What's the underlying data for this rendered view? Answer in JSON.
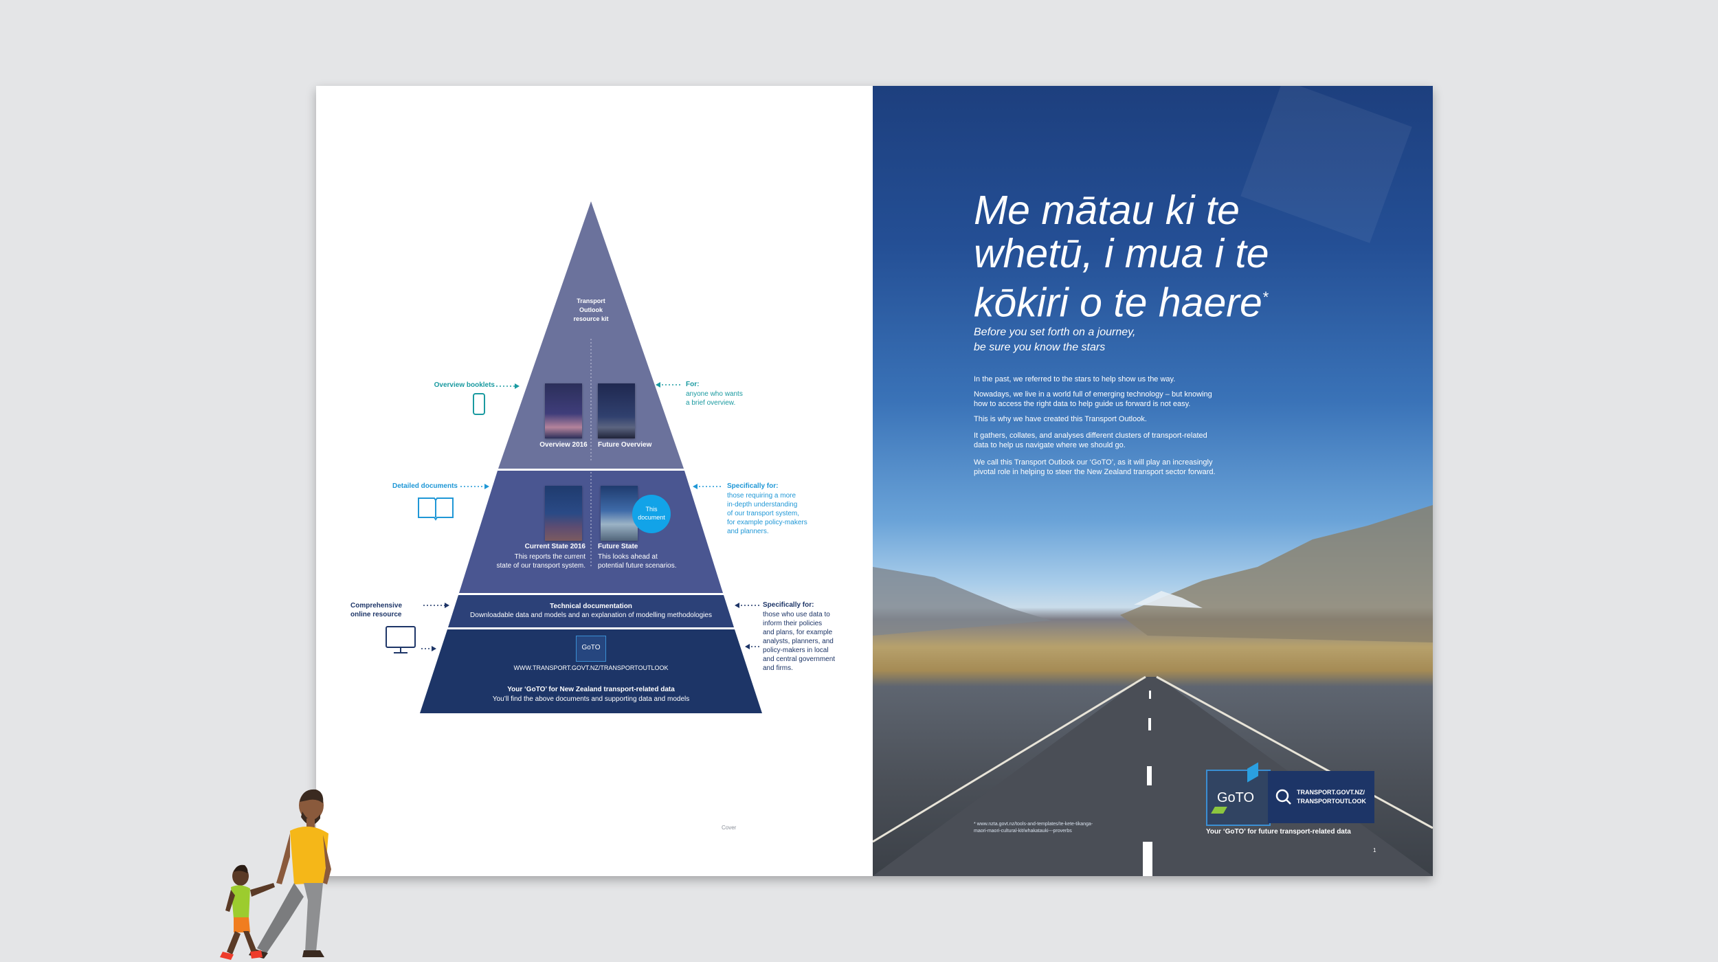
{
  "left_page": {
    "pyramid": {
      "apex_title": [
        "Transport",
        "Outlook",
        "resource kit"
      ],
      "tier1": {
        "left_item": "Overview 2016",
        "right_item": "Future Overview",
        "side_left_label": "Overview booklets",
        "side_right_label": "For:",
        "side_right_desc": [
          "anyone who wants",
          "a brief overview."
        ]
      },
      "tier2": {
        "left_item": "Current State 2016",
        "left_desc": [
          "This reports the current",
          "state of our transport system."
        ],
        "right_item": "Future State",
        "right_desc": [
          "This looks ahead at",
          "potential future scenarios."
        ],
        "badge": [
          "This",
          "document"
        ],
        "side_left_label": "Detailed documents",
        "side_right_label": "Specifically for:",
        "side_right_desc": [
          "those requiring a more",
          "in-depth understanding",
          "of our transport system,",
          "for example policy-makers",
          "and planners."
        ]
      },
      "tier3": {
        "title": "Technical documentation",
        "desc": "Downloadable data and models and an explanation of modelling methodologies",
        "side_left_label": [
          "Comprehensive",
          "online resource"
        ],
        "side_right_label": "Specifically for:",
        "side_right_desc": [
          "those who use data to",
          "inform their policies",
          "and plans, for example",
          "analysts, planners, and",
          "policy-makers in local",
          "and central government",
          "and firms."
        ]
      },
      "tier4": {
        "logo_text": "GoTO",
        "url": "WWW.TRANSPORT.GOVT.NZ/TRANSPORTOUTLOOK",
        "title": "Your ‘GoTO’ for New Zealand transport-related data",
        "desc": "You’ll find the above documents and supporting data and models"
      }
    },
    "page_footer": "Cover"
  },
  "right_page": {
    "headline": [
      "Me mātau ki te",
      "whetū, i mua i te",
      "kōkiri o te haere"
    ],
    "headline_mark": "*",
    "subhead": [
      "Before you set forth on a journey,",
      "be sure you know the stars"
    ],
    "paragraphs": [
      [
        "In the past, we referred to the stars to help show us the way."
      ],
      [
        "Nowadays, we live in a world full of emerging technology – but knowing",
        "how to access the right data to help guide us forward is not easy."
      ],
      [
        "This is why we have created this Transport Outlook."
      ],
      [
        "It gathers, collates, and analyses different clusters of transport-related",
        "data to help us navigate where we should go."
      ],
      [
        "We call this Transport Outlook our ‘GoTO’, as it will play an increasingly",
        "pivotal role in helping to steer the New Zealand transport sector forward."
      ]
    ],
    "footnote": [
      "* www.nzta.govt.nz/tools-and-templates/te-kete-tikanga-",
      "maori-maori-cultural-kit/whakatauki---proverbs"
    ],
    "goto_logo": "GoTO",
    "url_box": [
      "TRANSPORT.GOVT.NZ/",
      "TRANSPORTOUTLOOK"
    ],
    "tagline": "Your ‘GoTO’ for future transport-related data",
    "page_number": "1"
  },
  "colors": {
    "tier1": "#6b729c",
    "tier2": "#4a5691",
    "tier3": "#2c4178",
    "tier4": "#1d3567",
    "teal": "#1a9aa0",
    "blue": "#1f97d6",
    "navy": "#1d3567"
  }
}
